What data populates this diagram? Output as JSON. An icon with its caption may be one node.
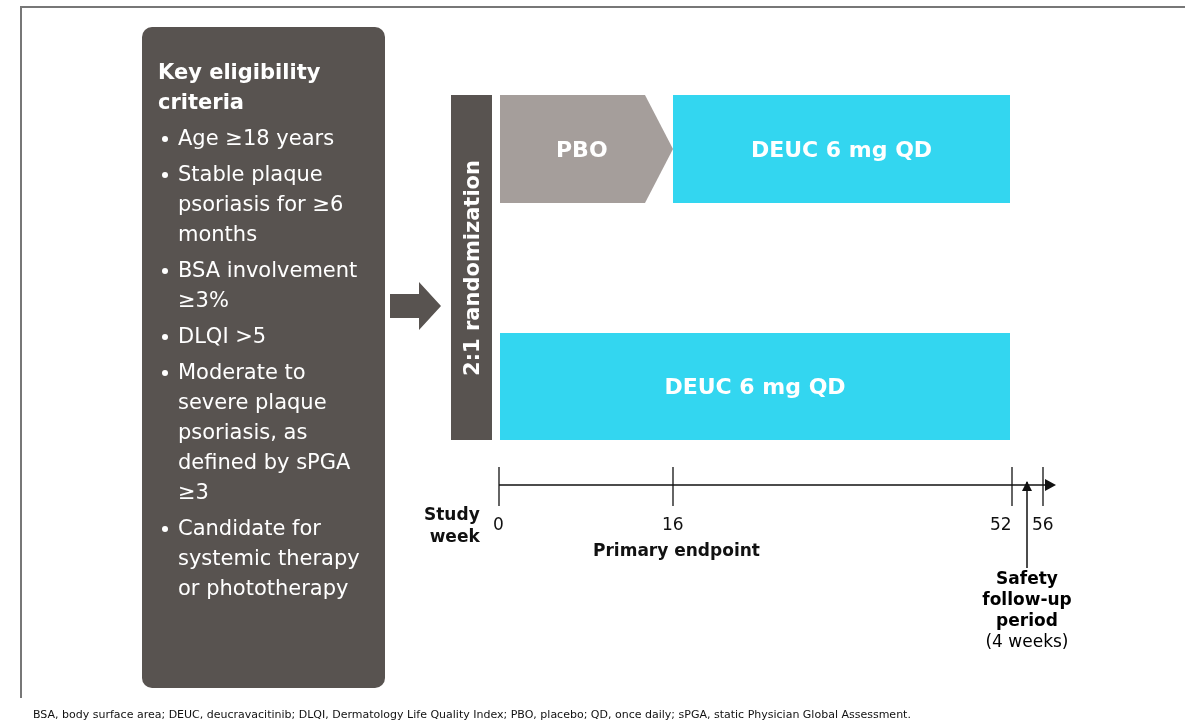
{
  "diagram": {
    "caption": "BSA, body surface area; DEUC, deucravacitinib; DLQI, Dermatology Life Quality Index; PBO, placebo; QD, once daily; sPGA, static Physician Global Assessment.",
    "nodes": [
      {
        "text": [
          "Key eligibility criteria",
          "Age ≥18 years",
          "Stable plaque psoriasis for ≥6 months",
          "BSA involvement ≥3%",
          "DLQI >5",
          "Moderate to severe plaque psoriasis, as defined by sPGA ≥3",
          "Candidate for systemic therapy or phototherapy"
        ]
      },
      {
        "text": [
          "2:1 randomization"
        ]
      },
      {
        "text": [
          "PBO"
        ]
      },
      {
        "text": [
          "DEUC 6 mg QD"
        ]
      },
      {
        "text": [
          "DEUC 6 mg QD"
        ]
      },
      {
        "text": [
          "Safety follow-up period",
          "(4 weeks)"
        ]
      }
    ],
    "edges": [
      {
        "from": 0,
        "to": 1,
        "arrow": "to",
        "style": "thick",
        "color": "#585350"
      },
      {
        "from": 5,
        "to": null,
        "arrow": "to"
      }
    ],
    "labels": [
      "Study week",
      "0",
      "16",
      "Primary endpoint",
      "52",
      "56"
    ]
  }
}
